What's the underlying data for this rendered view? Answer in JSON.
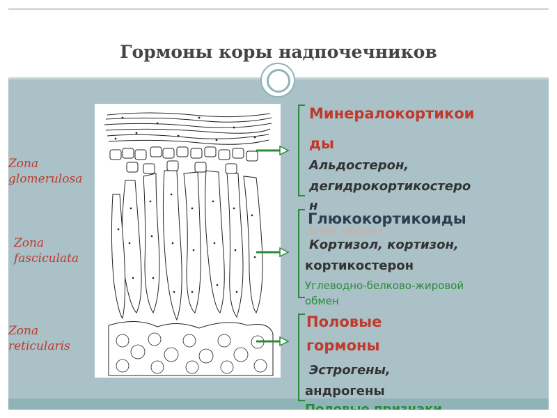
{
  "slide": {
    "title": "Гормоны коры надпочечников",
    "colors": {
      "band": "#a9c1c7",
      "accent_red": "#c0392b",
      "accent_green": "#2a8a3a"
    }
  },
  "zones": {
    "glomerulosa": {
      "line1": "Zona",
      "line2": "glomerulosa"
    },
    "fasciculata": {
      "line1": "Zona",
      "line2": "fasciculata"
    },
    "reticularis": {
      "line1": "Zona",
      "line2": "reticularis"
    }
  },
  "groups": {
    "mineralo": {
      "heading_line1": "Минералокортикои",
      "heading_line2": "ды",
      "sub_line1": "Альдостерон,",
      "sub_line2": "дегидрокортикостеро",
      "sub_line3": "н",
      "note": "K-Na обмен"
    },
    "gluco": {
      "heading": "Глюкокортикоиды",
      "sub_line1": "Кортизол, кортизон,",
      "sub_line2": "кортикостерон",
      "note_line1": "Углеводно-белково-жировой",
      "note_line2": "обмен"
    },
    "sex": {
      "heading_line1": "Половые",
      "heading_line2": "гормоны",
      "sub_line1": "Эстрогены,",
      "sub_line2": "андрогены",
      "note": "Половые признаки"
    }
  },
  "icons": {
    "ornament": "circle-ornament-icon",
    "arrow": "arrow-right-icon",
    "bracket": "bracket-icon",
    "diagram": "adrenal-cortex-histology"
  }
}
